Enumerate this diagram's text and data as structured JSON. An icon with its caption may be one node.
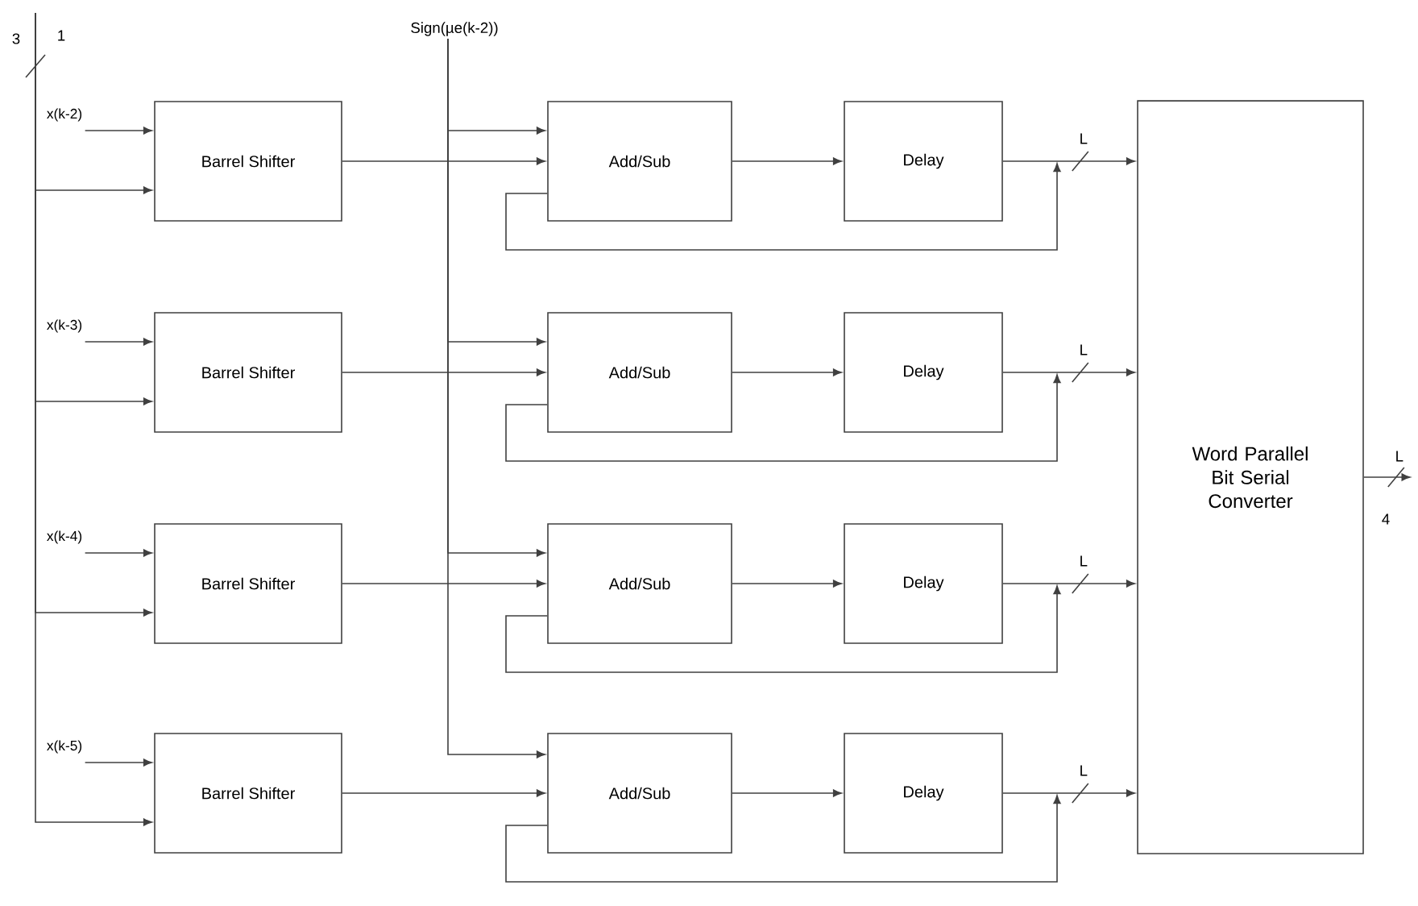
{
  "diagram": {
    "nodes": [
      {
        "text": [
          "Sign(µe(k-2))"
        ]
      },
      {
        "text": [
          "x(k-2)"
        ]
      },
      {
        "text": [
          "Barrel Shifter"
        ]
      },
      {
        "text": [
          "Add/Sub"
        ]
      },
      {
        "text": [
          "Delay"
        ]
      },
      {
        "text": [
          "x(k-3)"
        ]
      },
      {
        "text": [
          "Barrel Shifter"
        ]
      },
      {
        "text": [
          "Add/Sub"
        ]
      },
      {
        "text": [
          "Delay"
        ]
      },
      {
        "text": [
          "x(k-4)"
        ]
      },
      {
        "text": [
          "Barrel Shifter"
        ]
      },
      {
        "text": [
          "Add/Sub"
        ]
      },
      {
        "text": [
          "Delay"
        ]
      },
      {
        "text": [
          "x(k-5)"
        ]
      },
      {
        "text": [
          "Barrel Shifter"
        ]
      },
      {
        "text": [
          "Add/Sub"
        ]
      },
      {
        "text": [
          "Delay"
        ]
      },
      {
        "text": [
          "Word Parallel Bit Serial Converter"
        ]
      }
    ],
    "edges": [
      {
        "from": 1,
        "to": 2,
        "arrow": "to"
      },
      {
        "from": null,
        "to": 2,
        "arrow": "to"
      },
      {
        "from": 0,
        "to": 3,
        "arrow": "to"
      },
      {
        "from": 2,
        "to": 3,
        "arrow": "to"
      },
      {
        "from": 3,
        "to": 4,
        "arrow": "to"
      },
      {
        "from": 4,
        "to": 17,
        "arrow": "to",
        "label": "L"
      },
      {
        "from": 3,
        "to": 4,
        "arrow": "to"
      },
      {
        "from": 5,
        "to": 6,
        "arrow": "to"
      },
      {
        "from": null,
        "to": 6,
        "arrow": "to"
      },
      {
        "from": 0,
        "to": 7,
        "arrow": "to"
      },
      {
        "from": 6,
        "to": 7,
        "arrow": "to"
      },
      {
        "from": 7,
        "to": 8,
        "arrow": "to"
      },
      {
        "from": 8,
        "to": 17,
        "arrow": "to",
        "label": "L"
      },
      {
        "from": 7,
        "to": 8,
        "arrow": "to"
      },
      {
        "from": 9,
        "to": 10,
        "arrow": "to"
      },
      {
        "from": null,
        "to": 10,
        "arrow": "to"
      },
      {
        "from": 0,
        "to": 11,
        "arrow": "to"
      },
      {
        "from": 10,
        "to": 11,
        "arrow": "to"
      },
      {
        "from": 11,
        "to": 12,
        "arrow": "to"
      },
      {
        "from": 12,
        "to": 17,
        "arrow": "to",
        "label": "L"
      },
      {
        "from": 11,
        "to": 12,
        "arrow": "to"
      },
      {
        "from": 13,
        "to": 14,
        "arrow": "to"
      },
      {
        "from": null,
        "to": 14,
        "arrow": "to"
      },
      {
        "from": 0,
        "to": 15,
        "arrow": "to"
      },
      {
        "from": 14,
        "to": 15,
        "arrow": "to"
      },
      {
        "from": 15,
        "to": 16,
        "arrow": "to"
      },
      {
        "from": 16,
        "to": 17,
        "arrow": "to",
        "label": "L"
      },
      {
        "from": 15,
        "to": 16,
        "arrow": "to"
      },
      {
        "from": 17,
        "to": null,
        "arrow": "to",
        "label": "L"
      }
    ],
    "labels": [
      "3",
      "1",
      "4"
    ]
  }
}
